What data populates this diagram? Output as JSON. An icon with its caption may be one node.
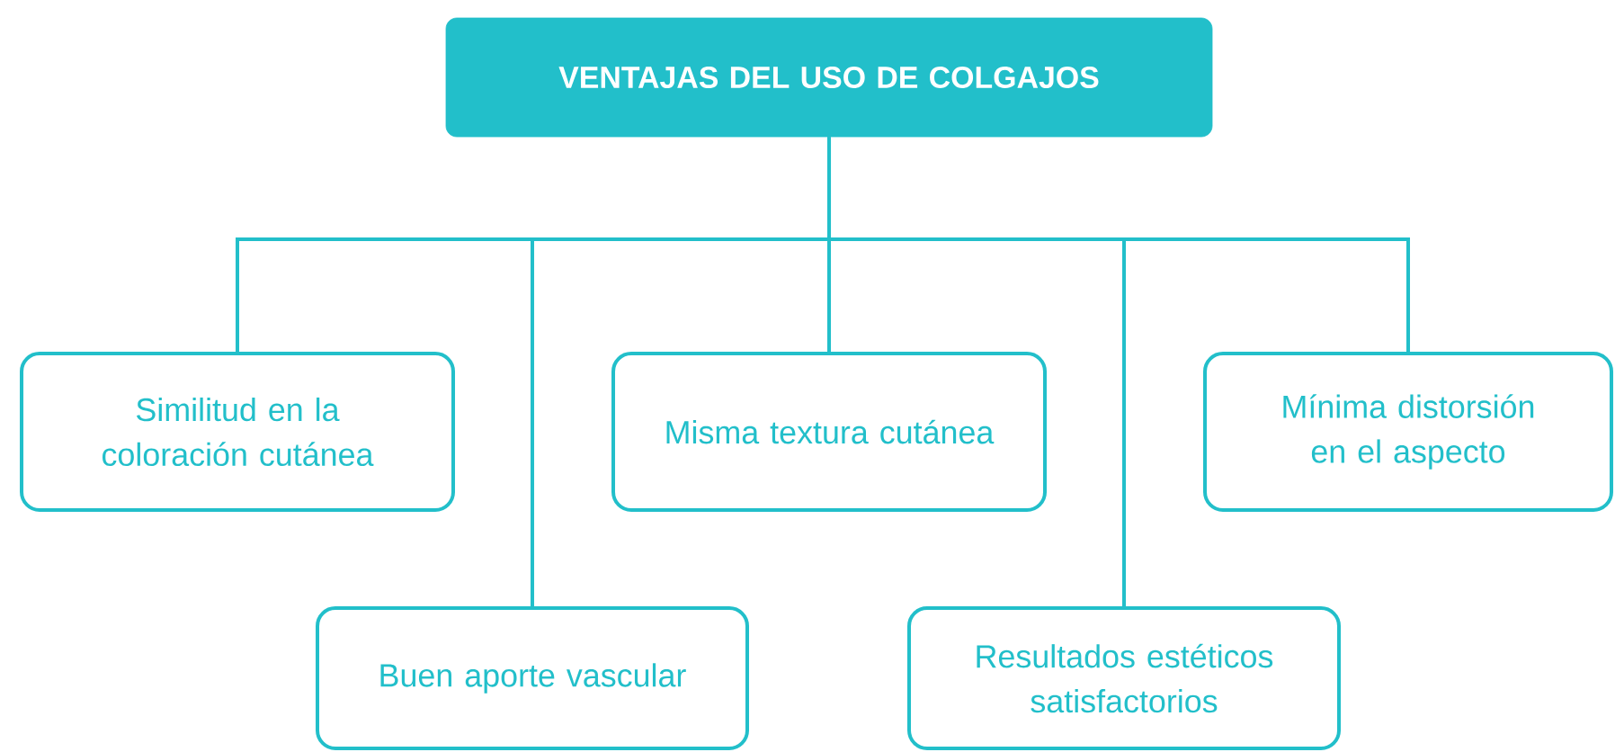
{
  "diagram": {
    "nodes": [
      {
        "text": [
          "VENTAJAS DEL USO DE COLGAJOS"
        ]
      },
      {
        "text": [
          "Similitud en la coloración cutánea"
        ]
      },
      {
        "text": [
          "Buen aporte vascular"
        ]
      },
      {
        "text": [
          "Misma textura cutánea"
        ]
      },
      {
        "text": [
          "Resultados estéticos satisfactorios"
        ]
      },
      {
        "text": [
          "Mínima distorsión en el aspecto"
        ]
      }
    ],
    "edges": [
      {
        "from": 0,
        "to": 1,
        "arrow": "none"
      },
      {
        "from": 0,
        "to": 2,
        "arrow": "none"
      },
      {
        "from": 0,
        "to": 3,
        "arrow": "none"
      },
      {
        "from": 0,
        "to": 4,
        "arrow": "none"
      },
      {
        "from": 0,
        "to": 5,
        "arrow": "none"
      }
    ]
  }
}
